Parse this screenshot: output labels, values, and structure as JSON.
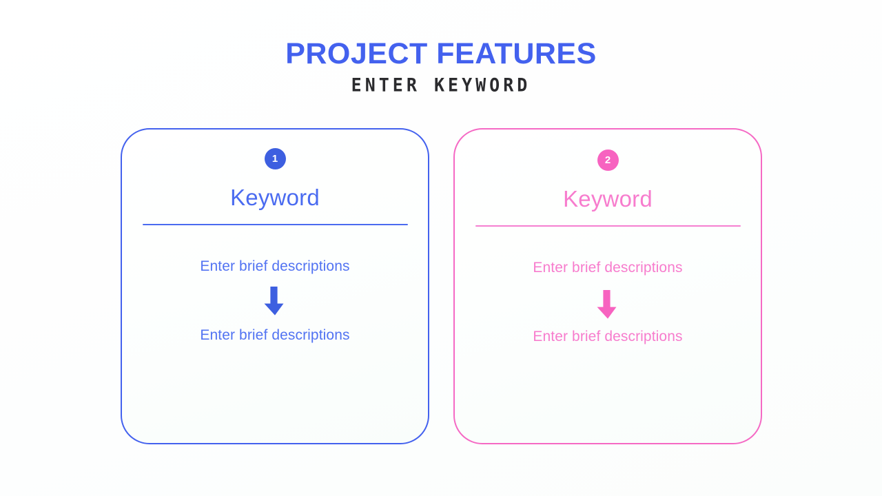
{
  "header": {
    "title": "PROJECT FEATURES",
    "subtitle": "ENTER KEYWORD"
  },
  "colors": {
    "blue_accent": "#4361ee",
    "blue_text": "#5273f2",
    "pink_accent": "#f763c0",
    "pink_text": "#f77ccd",
    "subtitle_color": "#2b2b2e",
    "background": "#ffffff"
  },
  "cards": [
    {
      "number": "1",
      "title": "Keyword",
      "accent": "#4361ee",
      "descriptions": [
        "Enter brief descriptions",
        "Enter brief descriptions"
      ],
      "arrow_icon": "arrow-down-icon"
    },
    {
      "number": "2",
      "title": "Keyword",
      "accent": "#f763c0",
      "descriptions": [
        "Enter brief descriptions",
        "Enter brief descriptions"
      ],
      "arrow_icon": "arrow-down-icon"
    }
  ]
}
